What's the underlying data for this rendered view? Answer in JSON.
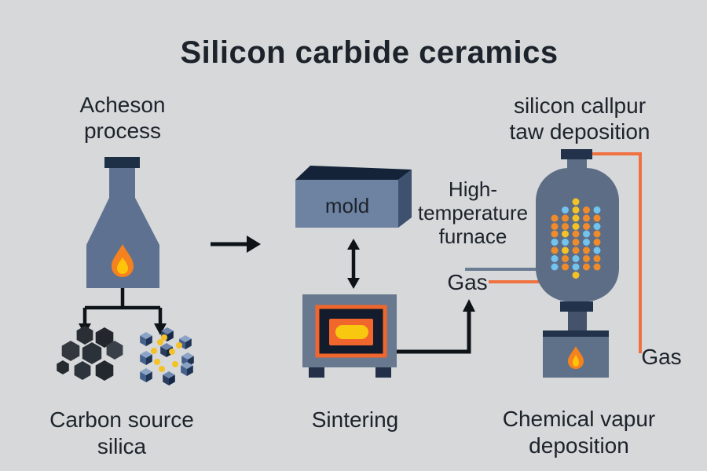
{
  "title": "Silicon carbide ceramics",
  "acheson": {
    "label": [
      "Acheson",
      "process"
    ],
    "materials_label": [
      "Carbon source",
      "silica"
    ]
  },
  "sintering": {
    "mold_label": "mold",
    "label": "Sintering"
  },
  "cvd": {
    "top_label": [
      "silicon callpur",
      "taw deposition"
    ],
    "furnace_label": [
      "High-",
      "temperature",
      "furnace"
    ],
    "gas_label_left": "Gas",
    "gas_label_right": "Gas",
    "bottom_label": [
      "Chemical vapur",
      "deposition"
    ]
  },
  "colors": {
    "background": "#d6d8da",
    "text": "#1d232b",
    "steel_funnel": "#5e7190",
    "steel_vessel": "#5d6d85",
    "steel_mold_front": "#6e82a2",
    "mold_top": "#142338",
    "mold_side": "#3e526f",
    "dark_navy": "#1e3046",
    "furnace_body": "#67788f",
    "furnace_interior": "#131c2c",
    "frame_orange": "#f0662c",
    "pill_yellow": "#f8c70f",
    "flame_orange": "#f5821e",
    "flame_yellow": "#ffc30a",
    "gas_pipe_orange": "#f07140",
    "gas_pipe_gray": "#6b7c93",
    "dot_orange": "#ef8b2b",
    "dot_blue": "#72c3ee",
    "dot_yellow": "#f2c226",
    "arrow_black": "#0e1318",
    "carbon_dark": "#23272d",
    "cube_top": "#8ba3c4",
    "cube_left": "#46608c",
    "cube_right": "#1f3355"
  },
  "deposition_dots": {
    "columns_x": [
      706,
      719.5,
      733,
      746.5,
      760
    ],
    "rows_y": [
      257,
      267.5,
      278,
      288.5,
      298,
      308.5,
      319,
      329.5,
      340,
      350.5
    ],
    "radius": 4.5,
    "grid": [
      [
        "",
        "",
        "Y",
        "",
        ""
      ],
      [
        "",
        "B",
        "Y",
        "O",
        "B"
      ],
      [
        "O",
        "O",
        "Y",
        "O",
        "O"
      ],
      [
        "O",
        "O",
        "Y",
        "O",
        "B"
      ],
      [
        "O",
        "Y",
        "O",
        "B",
        "O"
      ],
      [
        "B",
        "B",
        "O",
        "B",
        "O"
      ],
      [
        "O",
        "Y",
        "O",
        "O",
        "B"
      ],
      [
        "B",
        "O",
        "B",
        "O",
        "O"
      ],
      [
        "B",
        "O",
        "B",
        "O",
        "O"
      ],
      [
        "",
        "",
        "Y",
        "",
        ""
      ]
    ]
  }
}
